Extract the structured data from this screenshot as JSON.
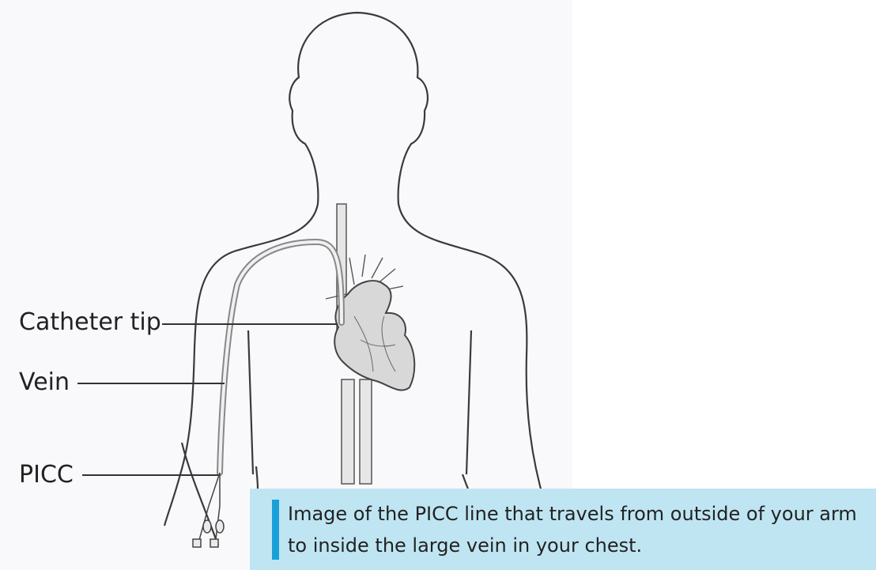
{
  "labels": {
    "catheter_tip": "Catheter tip",
    "vein": "Vein",
    "picc": "PICC"
  },
  "caption": {
    "text": "Image of  the PICC line that travels from outside of your arm to inside the large vein in your chest."
  },
  "colors": {
    "panel_background": "#f9f9fb",
    "caption_background": "#bfe5f2",
    "caption_accent": "#1aa0d8",
    "outline": "#3a3a3a",
    "vessel_fill": "#e6e6e6",
    "heart_fill": "#d8d8d8"
  }
}
